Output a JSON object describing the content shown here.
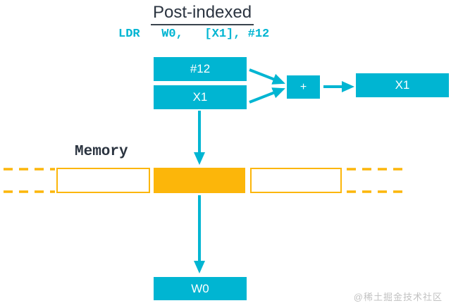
{
  "title": "Post-indexed",
  "instruction": "LDR   W0,   [X1], #12",
  "registers": {
    "offset_box": "#12",
    "base_box": "X1",
    "plus_box": "+",
    "updated_base_box": "X1",
    "dest_box": "W0"
  },
  "memory": {
    "label": "Memory"
  },
  "watermark": "@稀土掘金技术社区",
  "colors": {
    "accent_cyan": "#00b5d2",
    "accent_orange": "#fcb60a",
    "text_dark": "#2b3440",
    "watermark_gray": "#c2c2c2"
  }
}
